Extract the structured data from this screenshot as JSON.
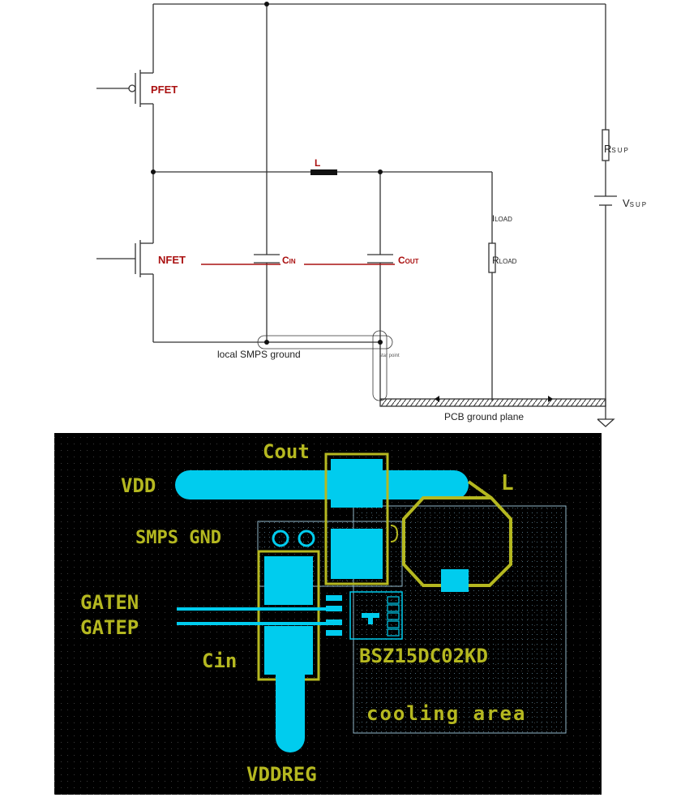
{
  "schematic": {
    "pfet": "PFET",
    "nfet": "NFET",
    "inductor": "L",
    "cin": {
      "main": "C",
      "sub": "IN"
    },
    "cout": {
      "main": "C",
      "sub": "OUT"
    },
    "iload": {
      "main": "I",
      "sub": "LOAD"
    },
    "rload": {
      "main": "R",
      "sub": "LOAD"
    },
    "rsup": {
      "main": "R",
      "sub": "SUP"
    },
    "vsup": {
      "main": "V",
      "sub": "SUP"
    },
    "local_ground": "local SMPS ground",
    "star_point": "star point",
    "pcb_ground": "PCB ground plane",
    "colors": {
      "wire": "#333333",
      "label_red": "#aa1111",
      "black": "#000000"
    }
  },
  "pcb": {
    "cout": "Cout",
    "vdd": "VDD",
    "smps_gnd": "SMPS GND",
    "gaten": "GATEN",
    "gatep": "GATEP",
    "cin": "Cin",
    "part": "BSZ15DC02KD",
    "cooling": "cooling area",
    "vddreg": "VDDREG",
    "inductor": "L",
    "colors": {
      "background": "#000000",
      "copper": "#00ccee",
      "silkscreen": "#b5b820",
      "grid_dot": "#3a3a3a"
    }
  }
}
